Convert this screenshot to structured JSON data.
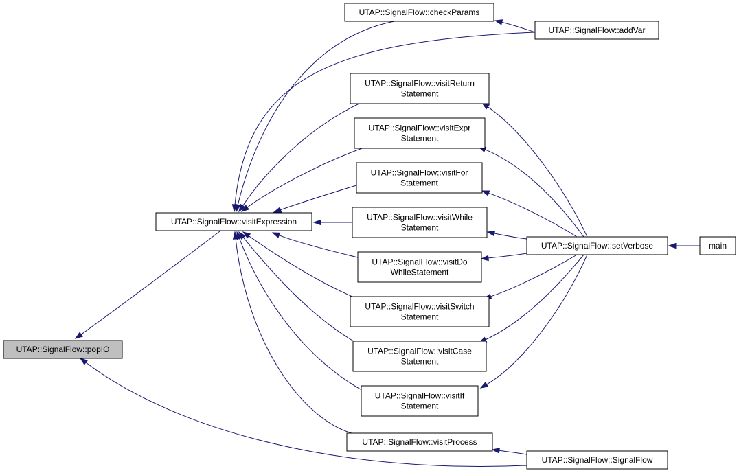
{
  "graph": {
    "title": "",
    "edge_color": "#191970",
    "focus_fill": "#bfbfbf",
    "nodes": [
      {
        "id": "popIO",
        "label": [
          "UTAP::SignalFlow::popIO"
        ],
        "focus": true
      },
      {
        "id": "visitExpression",
        "label": [
          "UTAP::SignalFlow::visitExpression"
        ]
      },
      {
        "id": "checkParams",
        "label": [
          "UTAP::SignalFlow::checkParams"
        ]
      },
      {
        "id": "addVar",
        "label": [
          "UTAP::SignalFlow::addVar"
        ]
      },
      {
        "id": "visitReturn",
        "label": [
          "UTAP::SignalFlow::visitReturn",
          "Statement"
        ]
      },
      {
        "id": "visitExpr",
        "label": [
          "UTAP::SignalFlow::visitExpr",
          "Statement"
        ]
      },
      {
        "id": "visitFor",
        "label": [
          "UTAP::SignalFlow::visitFor",
          "Statement"
        ]
      },
      {
        "id": "visitWhile",
        "label": [
          "UTAP::SignalFlow::visitWhile",
          "Statement"
        ]
      },
      {
        "id": "visitDo",
        "label": [
          "UTAP::SignalFlow::visitDo",
          "WhileStatement"
        ]
      },
      {
        "id": "visitSwitch",
        "label": [
          "UTAP::SignalFlow::visitSwitch",
          "Statement"
        ]
      },
      {
        "id": "visitCase",
        "label": [
          "UTAP::SignalFlow::visitCase",
          "Statement"
        ]
      },
      {
        "id": "visitIf",
        "label": [
          "UTAP::SignalFlow::visitIf",
          "Statement"
        ]
      },
      {
        "id": "visitProcess",
        "label": [
          "UTAP::SignalFlow::visitProcess"
        ]
      },
      {
        "id": "setVerbose",
        "label": [
          "UTAP::SignalFlow::setVerbose"
        ]
      },
      {
        "id": "SignalFlow",
        "label": [
          "UTAP::SignalFlow::SignalFlow"
        ]
      },
      {
        "id": "main",
        "label": [
          "main"
        ]
      }
    ],
    "edges": [
      {
        "from": "visitExpression",
        "to": "popIO"
      },
      {
        "from": "SignalFlow",
        "to": "popIO"
      },
      {
        "from": "checkParams",
        "to": "visitExpression"
      },
      {
        "from": "addVar",
        "to": "visitExpression"
      },
      {
        "from": "visitReturn",
        "to": "visitExpression"
      },
      {
        "from": "visitExpr",
        "to": "visitExpression"
      },
      {
        "from": "visitFor",
        "to": "visitExpression"
      },
      {
        "from": "visitWhile",
        "to": "visitExpression"
      },
      {
        "from": "visitDo",
        "to": "visitExpression"
      },
      {
        "from": "visitSwitch",
        "to": "visitExpression"
      },
      {
        "from": "visitCase",
        "to": "visitExpression"
      },
      {
        "from": "visitIf",
        "to": "visitExpression"
      },
      {
        "from": "visitProcess",
        "to": "visitExpression"
      },
      {
        "from": "addVar",
        "to": "checkParams"
      },
      {
        "from": "setVerbose",
        "to": "visitReturn"
      },
      {
        "from": "setVerbose",
        "to": "visitExpr"
      },
      {
        "from": "setVerbose",
        "to": "visitFor"
      },
      {
        "from": "setVerbose",
        "to": "visitWhile"
      },
      {
        "from": "setVerbose",
        "to": "visitDo"
      },
      {
        "from": "setVerbose",
        "to": "visitSwitch"
      },
      {
        "from": "setVerbose",
        "to": "visitCase"
      },
      {
        "from": "setVerbose",
        "to": "visitIf"
      },
      {
        "from": "main",
        "to": "setVerbose"
      },
      {
        "from": "SignalFlow",
        "to": "visitProcess"
      }
    ]
  }
}
